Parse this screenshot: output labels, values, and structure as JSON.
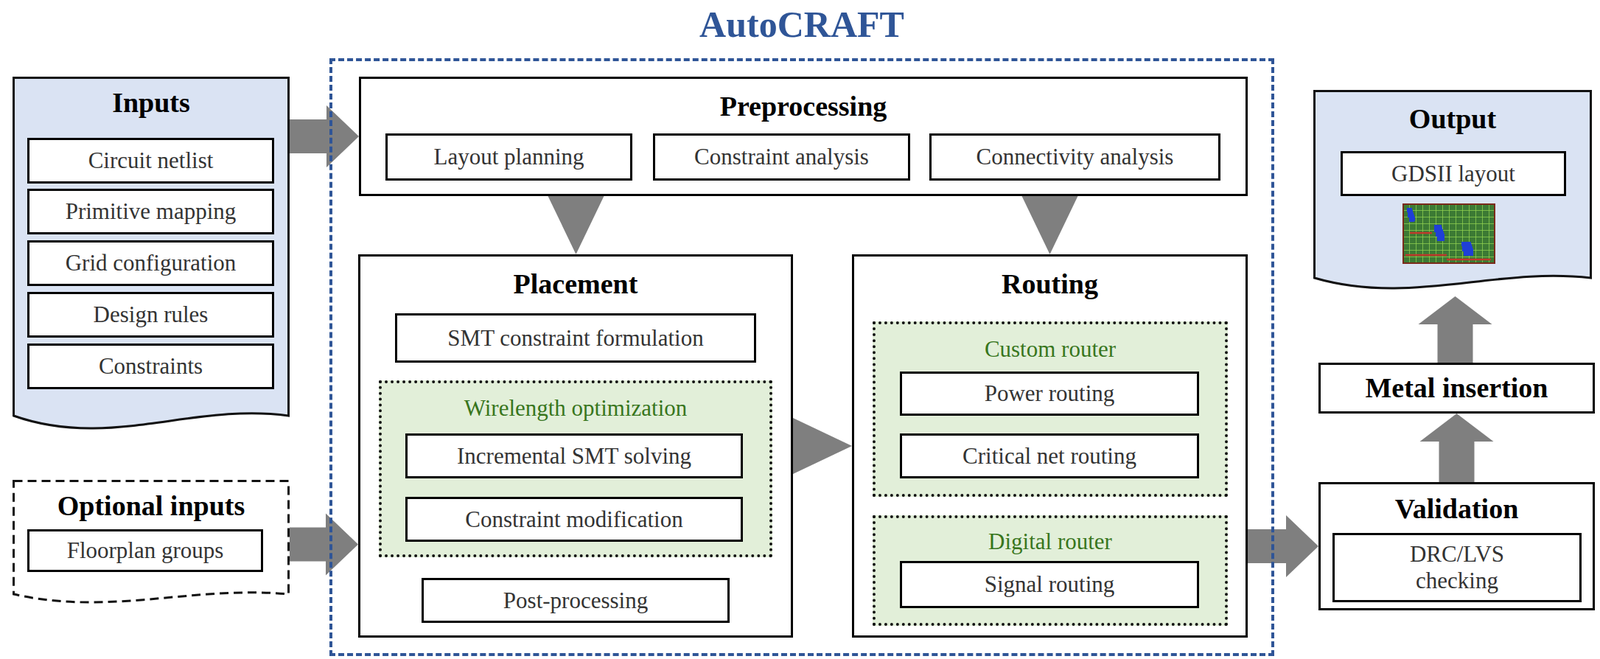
{
  "diagram": {
    "nodes": [
      {
        "text": [
          "Inputs"
        ]
      },
      {
        "text": [
          "Circuit netlist"
        ],
        "in": 0
      },
      {
        "text": [
          "Primitive mapping"
        ],
        "in": 0
      },
      {
        "text": [
          "Grid configuration"
        ],
        "in": 0
      },
      {
        "text": [
          "Design rules"
        ],
        "in": 0
      },
      {
        "text": [
          "Constraints"
        ],
        "in": 0
      },
      {
        "text": [
          "Optional inputs"
        ]
      },
      {
        "text": [
          "Floorplan groups"
        ],
        "in": 6
      },
      {
        "text": [
          "AutoCRAFT"
        ]
      },
      {
        "text": [
          "Preprocessing"
        ],
        "in": 8
      },
      {
        "text": [
          "Layout planning"
        ],
        "in": 9
      },
      {
        "text": [
          "Constraint analysis"
        ],
        "in": 9
      },
      {
        "text": [
          "Connectivity analysis"
        ],
        "in": 9
      },
      {
        "text": [
          "Placement"
        ],
        "in": 8
      },
      {
        "text": [
          "SMT constraint formulation"
        ],
        "in": 13
      },
      {
        "text": [
          "Wirelength optimization"
        ],
        "in": 13
      },
      {
        "text": [
          "Incremental SMT solving"
        ],
        "in": 15
      },
      {
        "text": [
          "Constraint modification"
        ],
        "in": 15
      },
      {
        "text": [
          "Post-processing"
        ],
        "in": 13
      },
      {
        "text": [
          "Routing"
        ],
        "in": 8
      },
      {
        "text": [
          "Custom router"
        ],
        "in": 19
      },
      {
        "text": [
          "Power routing"
        ],
        "in": 20
      },
      {
        "text": [
          "Critical net routing"
        ],
        "in": 20
      },
      {
        "text": [
          "Digital router"
        ],
        "in": 19
      },
      {
        "text": [
          "Signal routing"
        ],
        "in": 23
      },
      {
        "text": [
          "Output"
        ]
      },
      {
        "text": [
          "GDSII layout"
        ],
        "in": 25
      },
      {
        "text": [
          "Metal insertion"
        ]
      },
      {
        "text": [
          "Validation"
        ]
      },
      {
        "text": [
          "DRC/LVS checking"
        ],
        "in": 28
      }
    ],
    "edges": [
      {
        "from": 0,
        "to": 9,
        "arrow": "to"
      },
      {
        "from": 6,
        "to": 13,
        "arrow": "to"
      },
      {
        "from": 9,
        "to": 13,
        "arrow": "to"
      },
      {
        "from": 9,
        "to": 19,
        "arrow": "to"
      },
      {
        "from": 13,
        "to": 19,
        "arrow": "to"
      },
      {
        "from": 19,
        "to": 28,
        "arrow": "to"
      },
      {
        "from": 28,
        "to": 27,
        "arrow": "to"
      },
      {
        "from": 27,
        "to": 25,
        "arrow": "to"
      },
      {
        "from": 14,
        "to": 15,
        "arrow": "to"
      },
      {
        "from": 16,
        "to": 17,
        "arrow": "to"
      },
      {
        "from": 17,
        "to": 16,
        "arrow": "to"
      },
      {
        "from": 15,
        "to": 18,
        "arrow": "to"
      },
      {
        "from": 21,
        "to": 22,
        "arrow": "to"
      },
      {
        "from": 20,
        "to": 23,
        "arrow": "to"
      }
    ]
  }
}
